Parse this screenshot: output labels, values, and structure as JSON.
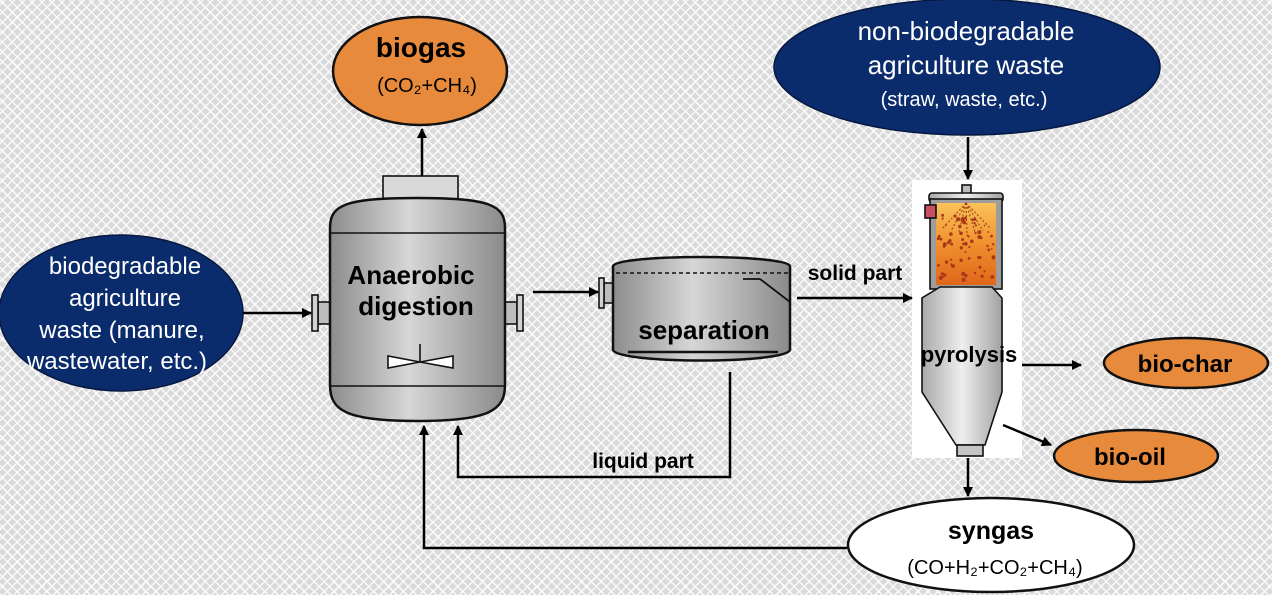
{
  "diagram": {
    "biogas": {
      "title": "biogas",
      "formula": "(CO₂+CH₄)"
    },
    "non_biodegradable_waste": {
      "lines": [
        "non-biodegradable",
        "agriculture waste",
        "(straw, waste, etc.)"
      ]
    },
    "biodegradable_waste": {
      "lines": [
        "biodegradable",
        "agriculture",
        "waste (manure,",
        "wastewater, etc.)"
      ]
    },
    "digester": {
      "lines": [
        "Anaerobic",
        "digestion"
      ]
    },
    "separator": {
      "label": "separation"
    },
    "pyrolysis": {
      "label": "pyrolysis"
    },
    "bio_char": {
      "label": "bio-char"
    },
    "bio_oil": {
      "label": "bio-oil"
    },
    "syngas": {
      "title": "syngas",
      "formula": "(CO+H₂+CO₂+CH₄)"
    },
    "flows": {
      "solid": "solid part",
      "liquid": "liquid part"
    }
  },
  "colors": {
    "navy": "#0b2c6c",
    "orange": "#e88a3b",
    "syngas_fill": "#ffffff",
    "tank_gray": "#b9b9b9",
    "background": "#dadada"
  }
}
